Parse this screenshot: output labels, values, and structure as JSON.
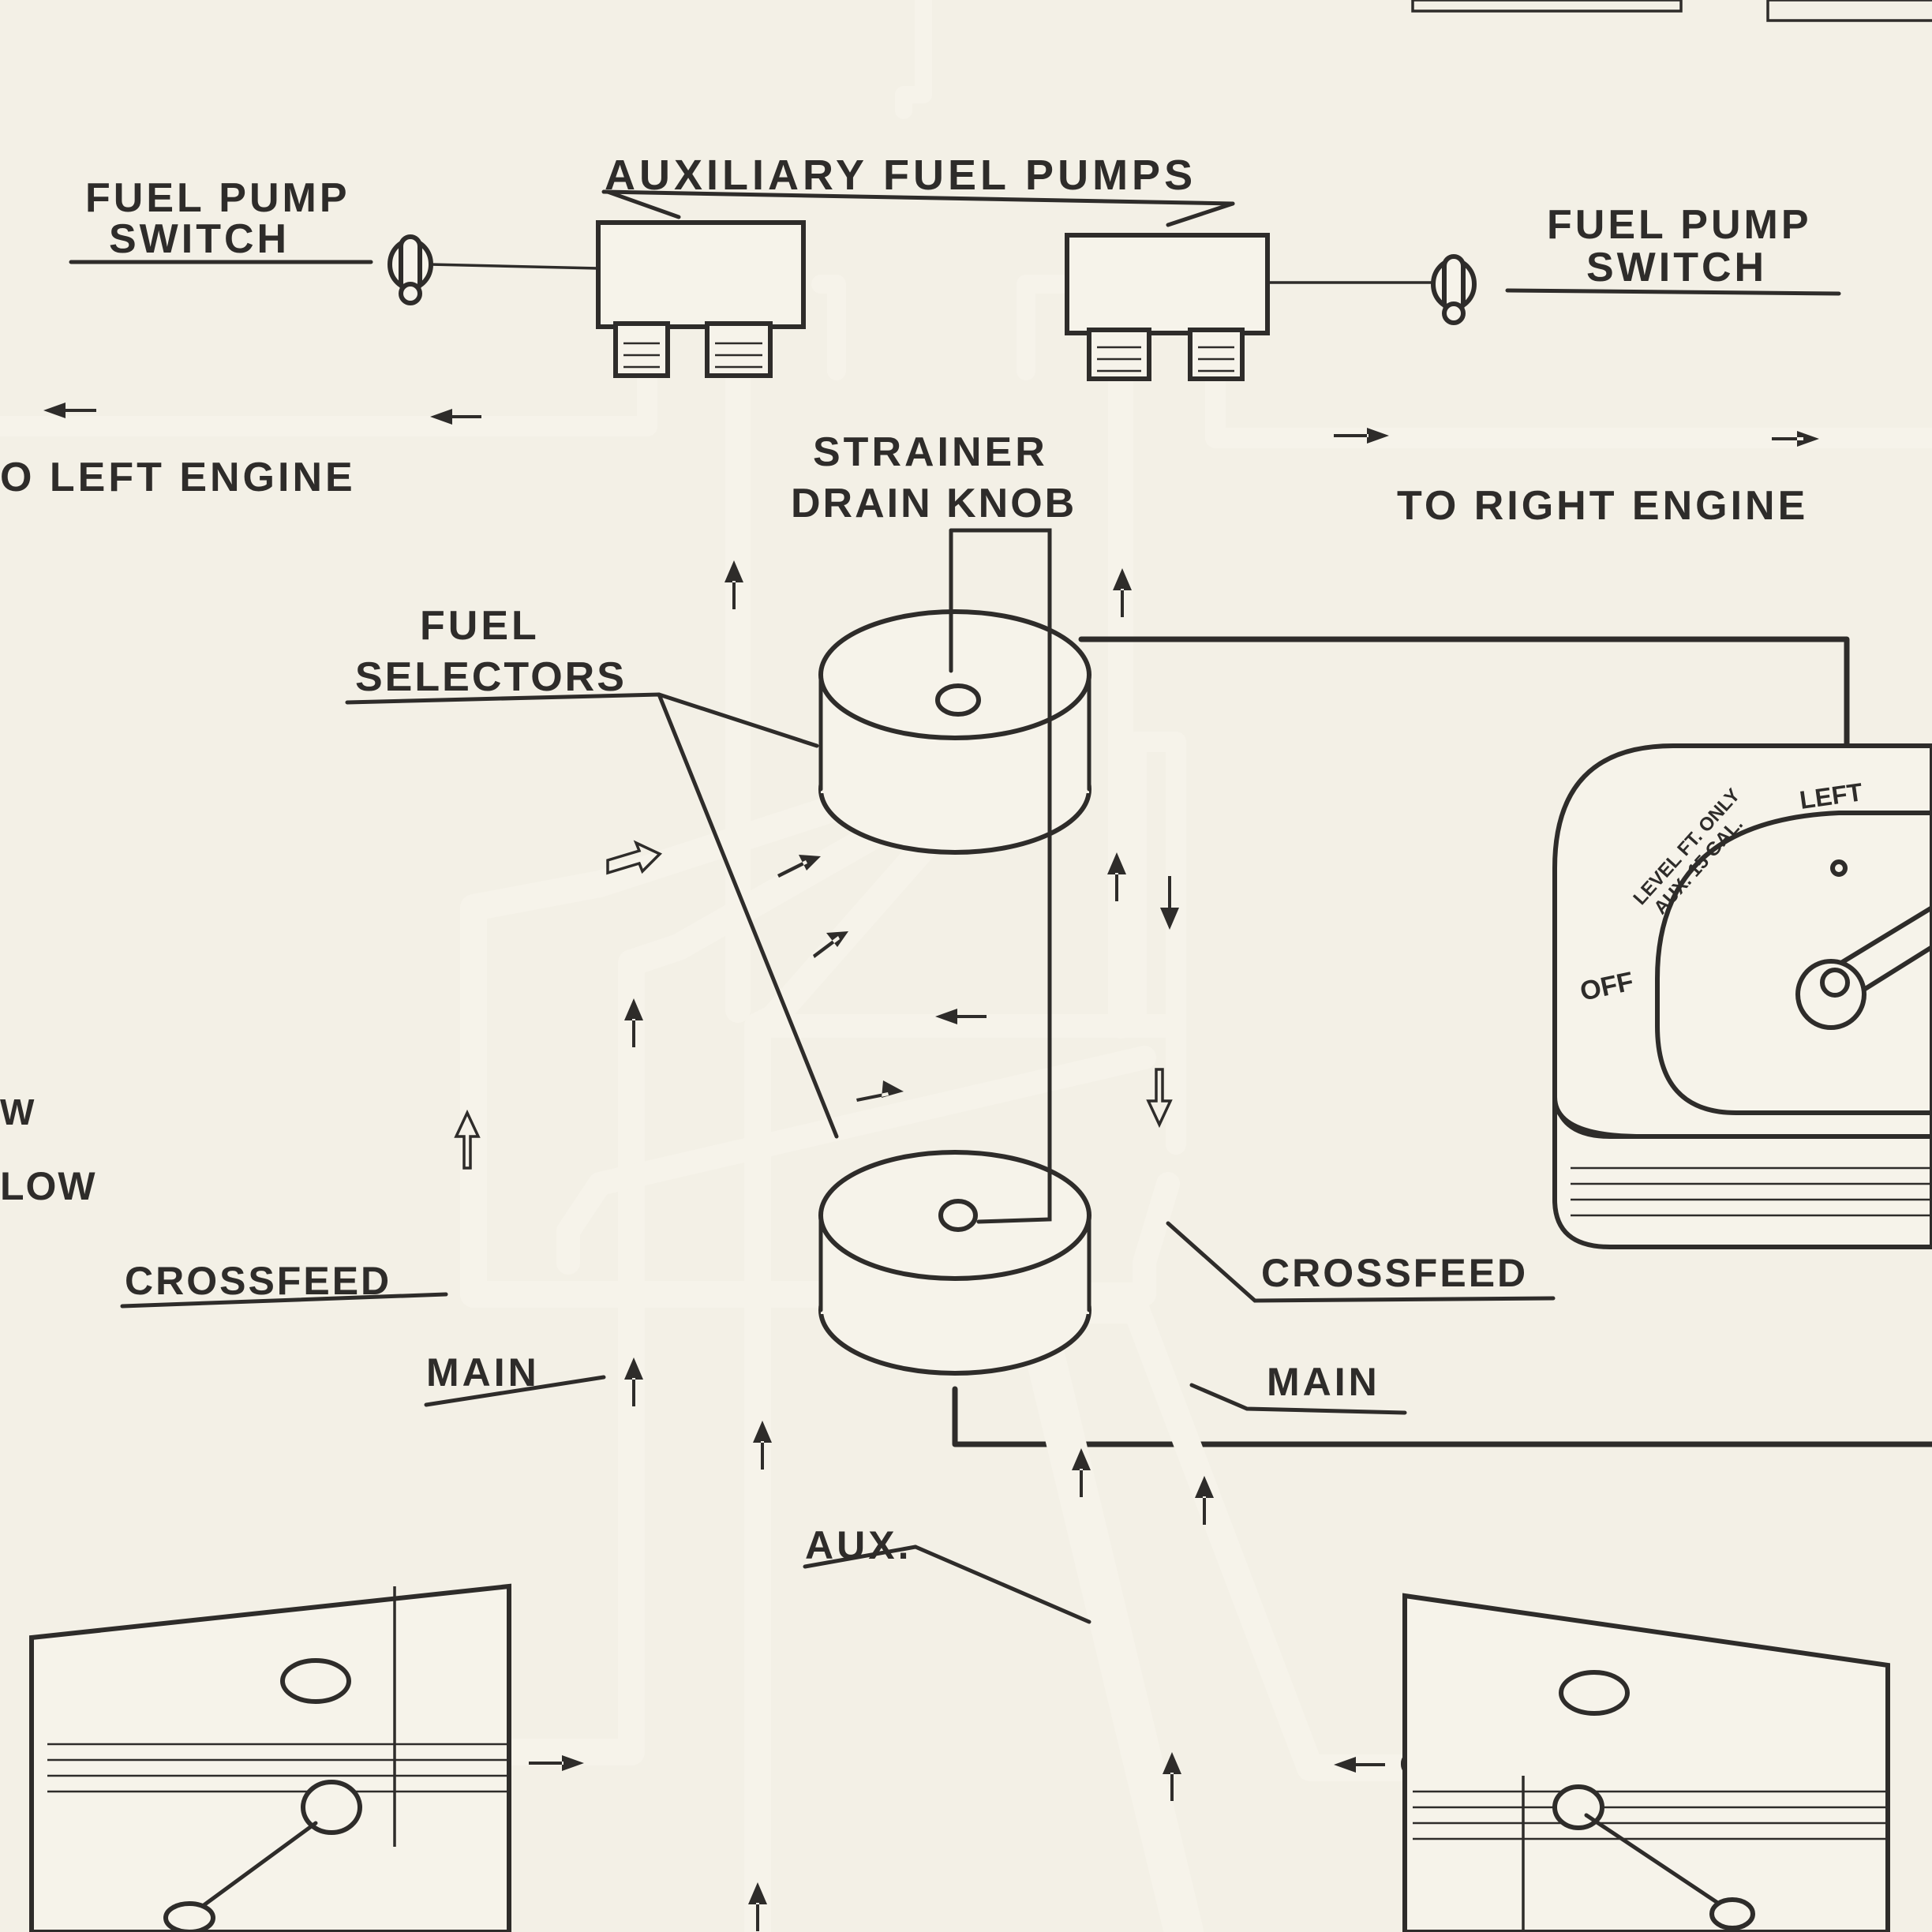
{
  "labels": {
    "aux_fuel_pumps": "AUXILIARY FUEL PUMPS",
    "fuel_pump_switch_left_1": "FUEL PUMP",
    "fuel_pump_switch_left_2": "SWITCH",
    "fuel_pump_switch_right_1": "FUEL PUMP",
    "fuel_pump_switch_right_2": "SWITCH",
    "to_left_engine": "O LEFT ENGINE",
    "to_right_engine": "TO RIGHT ENGINE",
    "strainer_1": "STRAINER",
    "strainer_2": "DRAIN KNOB",
    "fuel_selectors_1": "FUEL",
    "fuel_selectors_2": "SELECTORS",
    "crossfeed_left": "CROSSFEED",
    "crossfeed_right": "CROSSFEED",
    "main_left": "MAIN",
    "main_right": "MAIN",
    "aux": "AUX.",
    "edge_w": "W",
    "edge_low": "LOW"
  },
  "gauge": {
    "left": "LEFT",
    "off": "OFF",
    "level_note_1": "LEVEL FT. ONLY",
    "level_note_2": "AUX. 15 GAL."
  }
}
